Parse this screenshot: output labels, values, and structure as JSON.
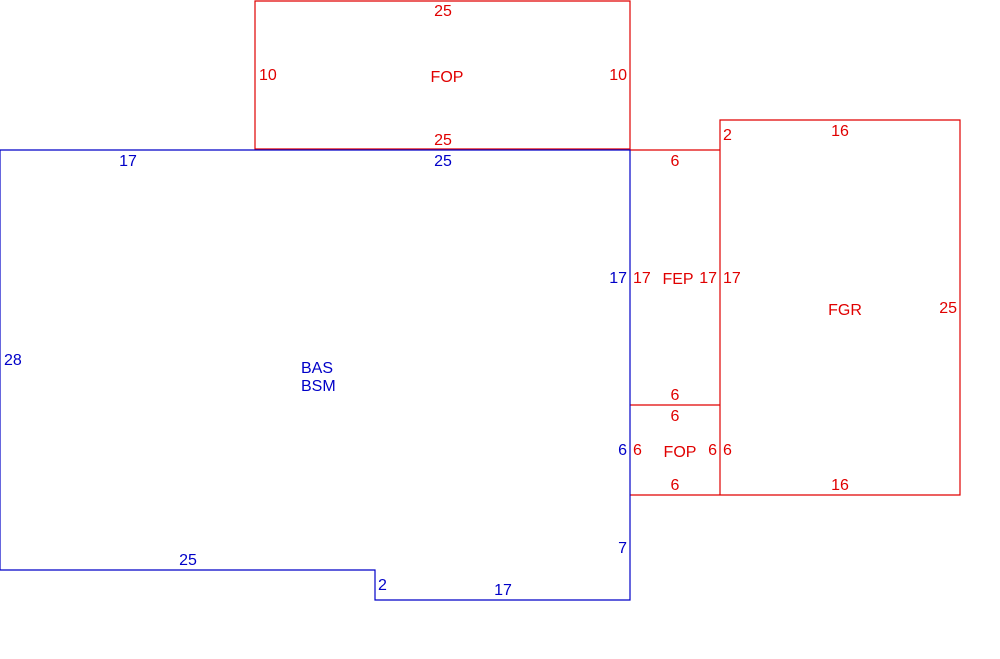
{
  "colors": {
    "main": "#0000c8",
    "addition": "#e00000",
    "background": "#ffffff"
  },
  "areas": {
    "bas": {
      "name_line1": "BAS",
      "name_line2": "BSM",
      "dims": {
        "top_left": "17",
        "top_right": "25",
        "left": "28",
        "bottom_left": "25",
        "step": "2",
        "bottom_right": "17",
        "right_lower": "7",
        "right_fop": "6",
        "right_fep": "17"
      }
    },
    "fop_top": {
      "name": "FOP",
      "dims": {
        "top": "25",
        "left": "10",
        "right": "10",
        "bottom": "25"
      }
    },
    "fep": {
      "name": "FEP",
      "dims": {
        "top": "6",
        "left": "17",
        "right": "17",
        "bottom": "6"
      }
    },
    "fop_small": {
      "name": "FOP",
      "dims": {
        "top": "6",
        "left": "6",
        "right": "6",
        "bottom": "6"
      }
    },
    "fgr": {
      "name": "FGR",
      "dims": {
        "top": "16",
        "corner": "2",
        "left": "17",
        "left_lower": "6",
        "right": "25",
        "bottom": "16"
      }
    }
  }
}
